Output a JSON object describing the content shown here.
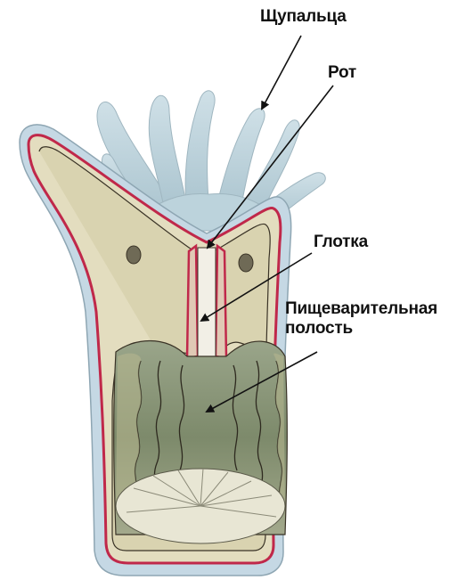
{
  "labels": {
    "tentacles": "Щупальца",
    "mouth": "Рот",
    "pharynx": "Глотка",
    "cavity_line1": "Пищеварительная",
    "cavity_line2": "полость"
  },
  "colors": {
    "tentacles": "#bcd3dc",
    "ectoderm": "#c5d8e4",
    "body_wall": "#d9d3b0",
    "red_layer": "#c0284a",
    "cavity": "#7d8a6b",
    "septa": "#b8b88f",
    "base_disc": "#e8e6d4",
    "outline": "#3a3326"
  }
}
